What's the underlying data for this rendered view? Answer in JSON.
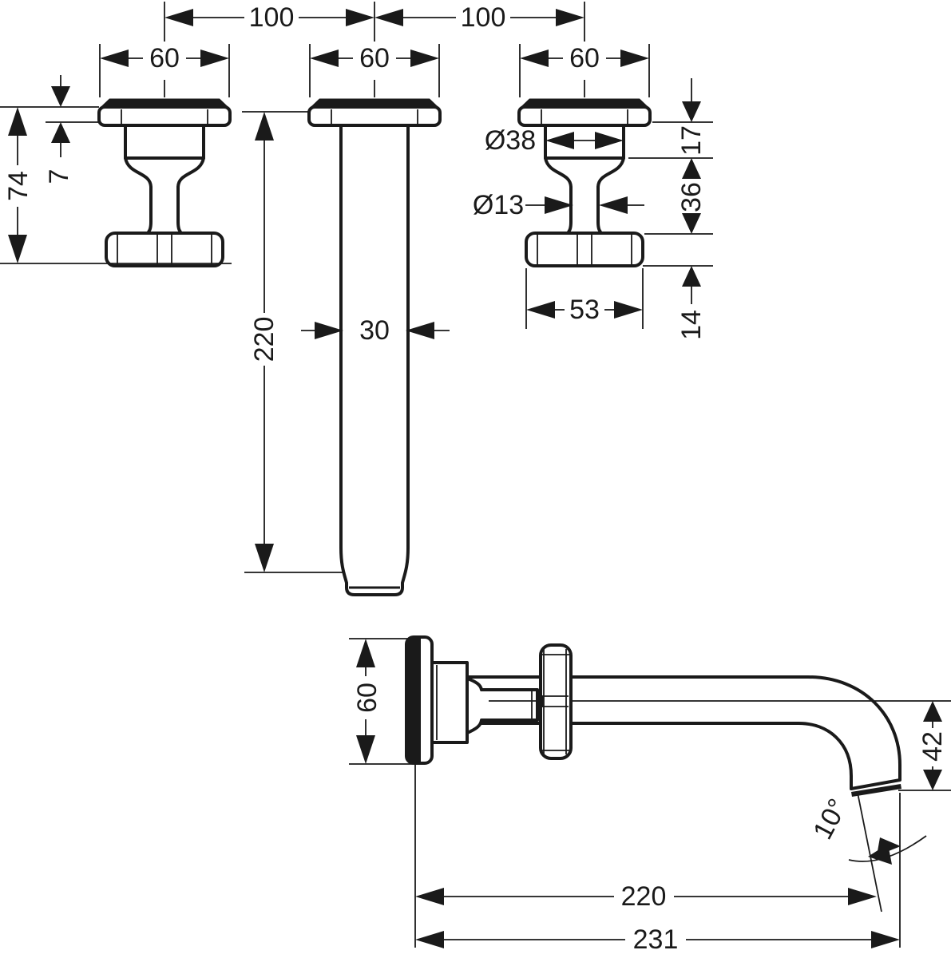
{
  "colors": {
    "ink": "#1a1a1a",
    "background": "#ffffff"
  },
  "views": {
    "top": {
      "handle_spacing_left": "100",
      "handle_spacing_right": "100",
      "escutcheon_width_left": "60",
      "escutcheon_width_center": "60",
      "escutcheon_width_right": "60",
      "handle_projection": "74",
      "escutcheon_thickness": "7",
      "spout_projection": "220",
      "spout_width": "30",
      "valve_diameter": "Ø38",
      "stem_diameter": "Ø13",
      "valve_exposed_height": "17",
      "stem_length": "36",
      "handle_bar_length": "53",
      "handle_bar_thickness": "14"
    },
    "side": {
      "escutcheon_height": "60",
      "outlet_drop": "42",
      "outlet_angle": "10°",
      "spout_reach": "220",
      "total_reach": "231"
    }
  }
}
